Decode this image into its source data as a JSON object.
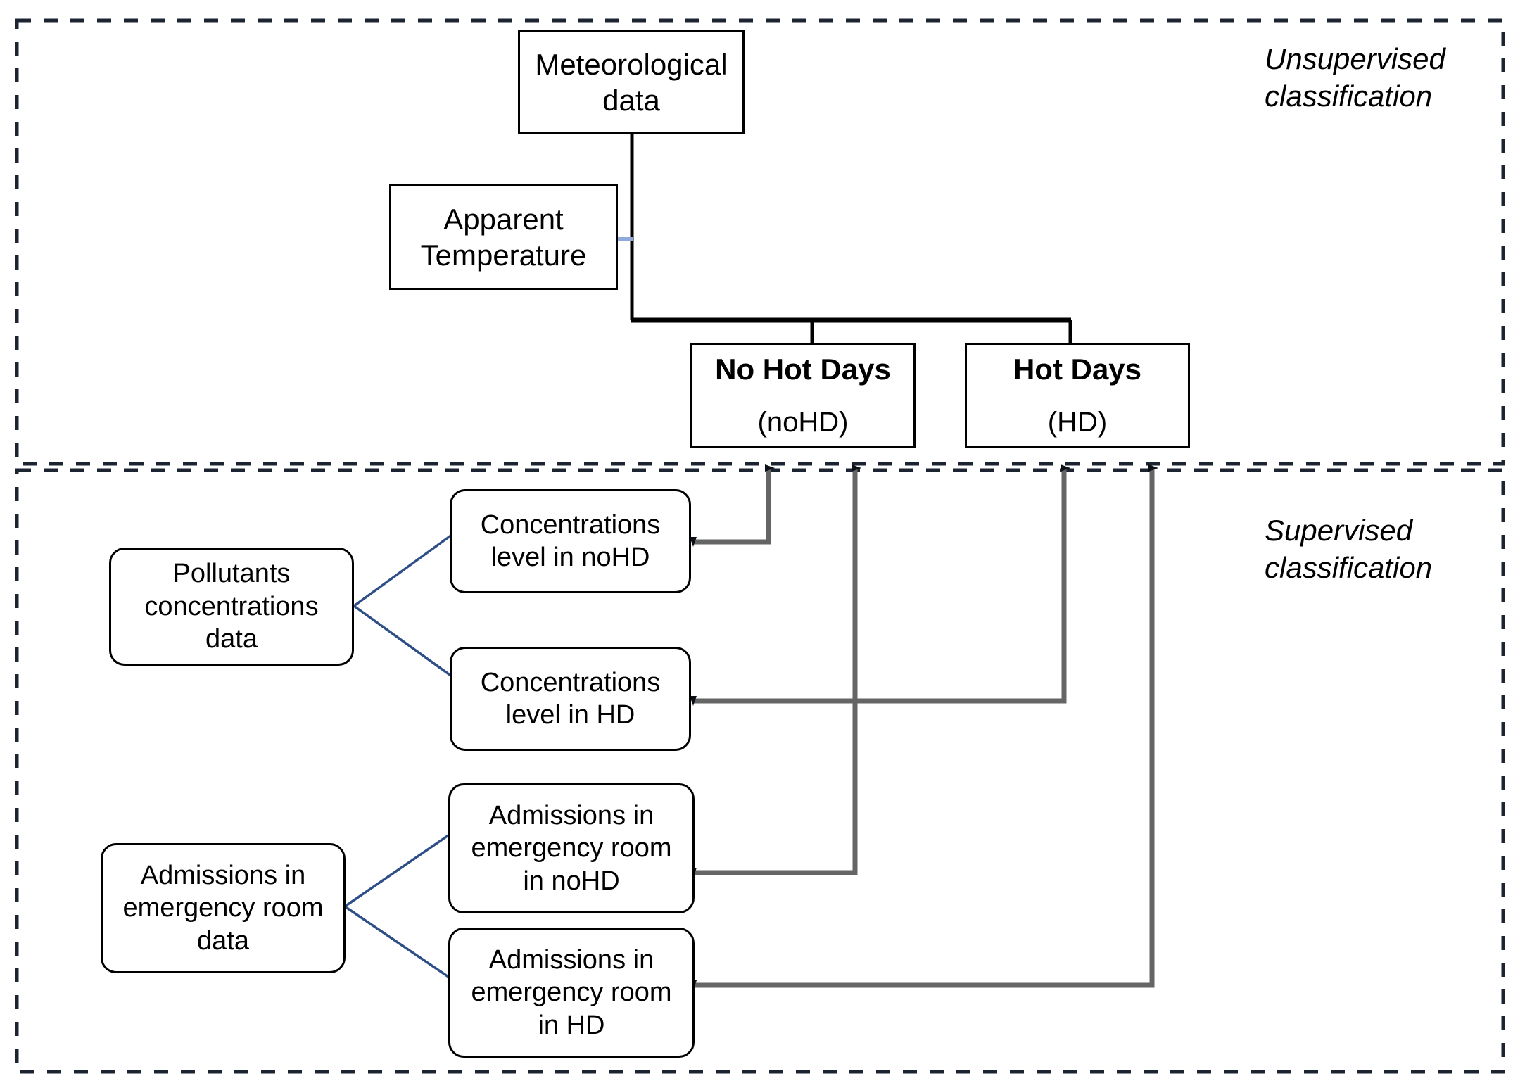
{
  "figure": {
    "type": "flow-diagram",
    "regions": [
      {
        "id": "unsupervised",
        "label_line1": "Unsupervised",
        "label_line2": "classification"
      },
      {
        "id": "supervised",
        "label_line1": "Supervised",
        "label_line2": "classification"
      }
    ],
    "colors": {
      "box_border": "#000000",
      "connector_blue": "#2E4E87",
      "connector_black": "#000000",
      "arrow_gray": "#656565",
      "arrowhead": "#0D1117",
      "dashed_border": "#1B2430",
      "background": "#FFFFFF"
    }
  },
  "nodes": {
    "meteorological_data": {
      "line1": "Meteorological",
      "line2": "data"
    },
    "apparent_temperature": {
      "line1": "Apparent",
      "line2": "Temperature"
    },
    "no_hot_days": {
      "title": "No Hot Days",
      "subtitle": "(noHD)"
    },
    "hot_days": {
      "title": "Hot Days",
      "subtitle": "(HD)"
    },
    "pollutants_data": {
      "line1": "Pollutants",
      "line2": "concentrations",
      "line3": "data"
    },
    "conc_nohd": {
      "line1": "Concentrations",
      "line2": "level in noHD"
    },
    "conc_hd": {
      "line1": "Concentrations",
      "line2": "level in HD"
    },
    "admissions_data": {
      "line1": "Admissions in",
      "line2": "emergency room",
      "line3": "data"
    },
    "adm_nohd": {
      "line1": "Admissions in",
      "line2": "emergency room",
      "line3": "in noHD"
    },
    "adm_hd": {
      "line1": "Admissions in",
      "line2": "emergency room",
      "line3": "in HD"
    }
  },
  "edges": [
    {
      "from": "meteorological_data",
      "to": "split_junction",
      "style": "solid-black"
    },
    {
      "from": "apparent_temperature",
      "to": "split_junction",
      "style": "solid-blue"
    },
    {
      "from": "split_junction",
      "to": "no_hot_days",
      "style": "solid-black"
    },
    {
      "from": "split_junction",
      "to": "hot_days",
      "style": "solid-black"
    },
    {
      "from": "pollutants_data",
      "to": "conc_nohd",
      "style": "solid-blue"
    },
    {
      "from": "pollutants_data",
      "to": "conc_hd",
      "style": "solid-blue"
    },
    {
      "from": "admissions_data",
      "to": "adm_nohd",
      "style": "solid-blue"
    },
    {
      "from": "admissions_data",
      "to": "adm_hd",
      "style": "solid-blue"
    },
    {
      "from": "conc_nohd",
      "to": "no_hot_days",
      "style": "double-arrow-gray"
    },
    {
      "from": "conc_hd",
      "to": "hot_days",
      "style": "double-arrow-gray"
    },
    {
      "from": "adm_nohd",
      "to": "no_hot_days",
      "style": "double-arrow-gray"
    },
    {
      "from": "adm_hd",
      "to": "hot_days",
      "style": "double-arrow-gray"
    }
  ]
}
